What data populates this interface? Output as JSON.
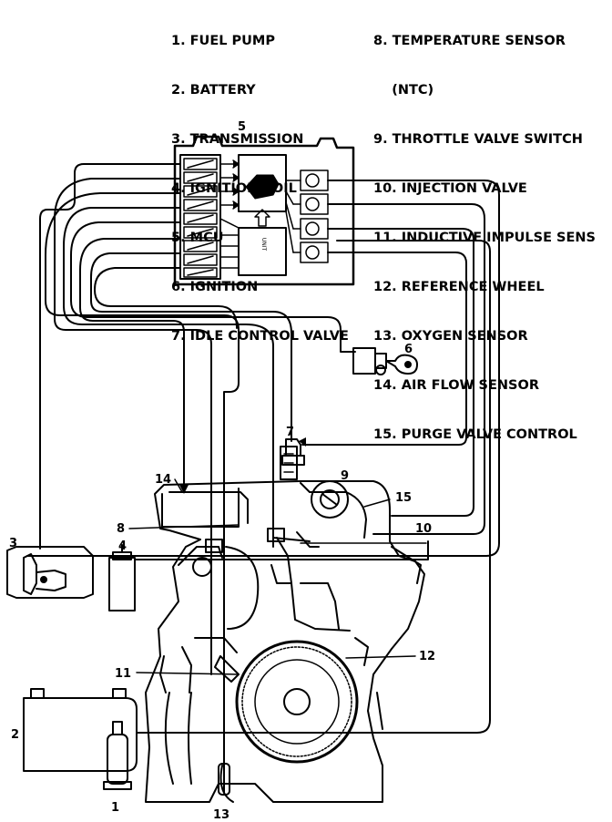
{
  "legend_left": [
    "1. FUEL PUMP",
    "2. BATTERY",
    "3. TRANSMISSION",
    "4. IGNITION COIL",
    "5. MCU",
    "6. IGNITION",
    "7. IDLE CONTROL VALVE"
  ],
  "legend_right": [
    "8. TEMPERATURE SENSOR",
    "    (NTC)",
    "9. THROTTLE VALVE SWITCH",
    "10. INJECTION VALVE",
    "11. INDUCTIVE IMPULSE SENS",
    "12. REFERENCE WHEEL",
    "13. OXYGEN SENSOR",
    "14. AIR FLOW SENSOR",
    "15. PURGE VALVE CONTROL"
  ],
  "callouts": {
    "c1": "1",
    "c2": "2",
    "c3": "3",
    "c4": "4",
    "c5": "5",
    "c6": "6",
    "c7": "7",
    "c8": "8",
    "c9": "9",
    "c10": "10",
    "c11": "11",
    "c12": "12",
    "c13": "13",
    "c14": "14",
    "c15": "15"
  },
  "mcu_chip_text": "UNIT"
}
